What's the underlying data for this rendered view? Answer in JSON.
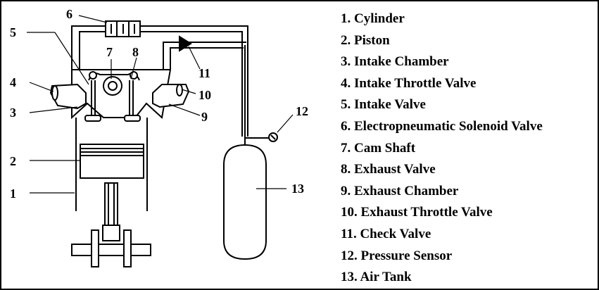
{
  "diagram": {
    "callouts": [
      "1",
      "2",
      "3",
      "4",
      "5",
      "6",
      "7",
      "8",
      "9",
      "10",
      "11",
      "12",
      "13"
    ]
  },
  "legend": {
    "items": [
      "1. Cylinder",
      "2. Piston",
      "3. Intake Chamber",
      "4. Intake Throttle Valve",
      "5. Intake Valve",
      "6. Electropneumatic Solenoid Valve",
      "7. Cam Shaft",
      "8. Exhaust Valve",
      "9. Exhaust Chamber",
      "10. Exhaust Throttle Valve",
      "11. Check Valve",
      "12. Pressure Sensor",
      "13. Air Tank"
    ]
  }
}
